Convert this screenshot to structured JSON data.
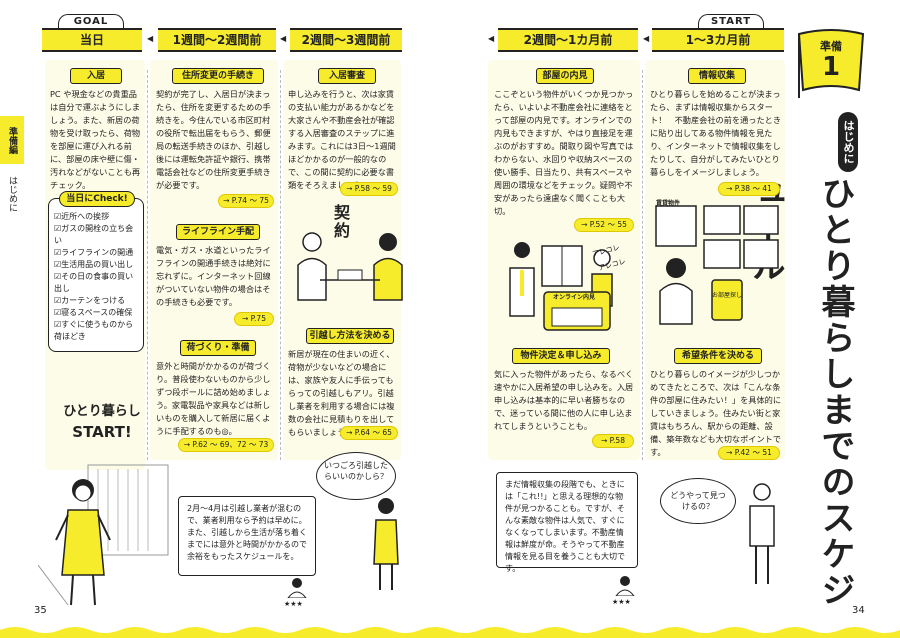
{
  "header": {
    "goal_tag": "GOAL",
    "start_tag": "START",
    "stages": [
      "当日",
      "1週間～2週間前",
      "2週間～3週間前",
      "2週間～1カ月前",
      "1～3カ月前"
    ]
  },
  "flag": {
    "label": "準備",
    "number": "1"
  },
  "side_tab": {
    "top": "準備編",
    "bottom": "はじめに"
  },
  "title": {
    "kicker": "はじめに",
    "main": "ひとり暮らしまでのスケジュール"
  },
  "sections": {
    "nyukyo": {
      "title": "入居",
      "body": "PC や現金などの貴重品は自分で運ぶようにしましょう。また、新居の荷物を受け取ったら、荷物を部屋に運び入れる前に、部屋の床や壁に傷・汚れなどがないことも再チェック。"
    },
    "jusho": {
      "title": "住所変更の手続き",
      "body": "契約が完了し、入居日が決まったら、住所を変更するための手続きを。今住んでいる市区町村の役所で転出届をもらう、郵便局の転送手続きのほか、引越し後には運転免許証や銀行、携帯電話会社などの住所変更手続きが必要です。",
      "ref": "→ P.74 ～ 75"
    },
    "lifeline": {
      "title": "ライフライン手配",
      "body": "電気・ガス・水道といったライフラインの開通手続きは絶対に忘れずに。インターネット回線がついていない物件の場合はその手続きも必要です。",
      "ref": "→ P.75"
    },
    "nizukuri": {
      "title": "荷づくり・準備",
      "body": "意外と時間がかかるのが荷づくり。普段使わないものから少しずつ段ボールに詰め始めましょう。家電製品や家具などは新しいものを購入して新居に届くように手配するのも◎。",
      "ref": "→ P.62 ～ 69、72 ～ 73"
    },
    "shinsa": {
      "title": "入居審査",
      "body": "申し込みを行うと、次は家賃の支払い能力があるかなどを大家さんや不動産会社が確認する入居審査のステップに進みます。これには3日～1週間ほどかかるのが一般的なので、この間に契約に必要な書類をそろえましょう。",
      "ref": "→ P.58 ～ 59"
    },
    "hikkoshi": {
      "title": "引越し方法を決める",
      "body": "新居が現在の住まいの近く、荷物が少ないなどの場合には、家族や友人に手伝ってもらっての引越しもアリ。引越し業者を利用する場合には複数の会社に見積もりを出してもらいましょう。",
      "ref": "→ P.64 ～ 65"
    },
    "naiken": {
      "title": "部屋の内見",
      "body": "ここぞという物件がいくつか見つかったら、いよいよ不動産会社に連絡をとって部屋の内見です。オンラインでの内見もできますが、やはり直接足を運ぶのがおすすめ。間取り図や写真ではわからない、水回りや収納スペースの使い勝手、日当たり、共有スペースや周囲の環境などをチェック。疑問や不安があったら遠慮なく聞くことも大切。",
      "ref": "→ P.52 ～ 55"
    },
    "kettei": {
      "title": "物件決定＆申し込み",
      "body": "気に入った物件があったら、なるべく速やかに入居希望の申し込みを。入居申し込みは基本的に早い者勝ちなので、迷っている間に他の人に申し込まれてしまうということも。",
      "ref": "→ P.58"
    },
    "joho": {
      "title": "情報収集",
      "body": "ひとり暮らしを始めることが決まったら、まずは情報収集からスタート！　不動産会社の前を通ったときに貼り出してある物件情報を見たり、インターネットで情報収集をしたりして、自分がしてみたいひとり暮らしをイメージしましょう。",
      "ref": "→ P.38 ～ 41"
    },
    "kibo": {
      "title": "希望条件を決める",
      "body": "ひとり暮らしのイメージが少しつかめてきたところで、次は「こんな条件の部屋に住みたい！」を具体的にしていきましょう。住みたい街と家賃はもちろん、駅からの距離、設備、築年数なども大切なポイントです。",
      "ref": "→ P.42 ～ 51"
    }
  },
  "checklist": {
    "title": "当日にCheck!",
    "items": [
      "近所への挨拶",
      "ガスの開栓の立ち会い",
      "ライフラインの開通",
      "生活用品の買い出し",
      "その日の食事の買い出し",
      "カーテンをつける",
      "寝るスペースの確保",
      "すぐに使うものから荷ほどき"
    ]
  },
  "start_banner": {
    "line1": "ひとり暮らし",
    "line2": "START!"
  },
  "notes": {
    "left": "2月～4月は引越し業者が混むので、業者利用なら予約は早めに。また、引越しから生活が落ち着くまでには意外と時間がかかるので余裕をもったスケジュールを。",
    "right": "まだ情報収集の段階でも、ときには「これ!!」と思える理想的な物件が見つかることも。ですが、そんな素敵な物件は人気で、すぐになくなってしまいます。不動産情報は鮮度が命。そうやって不動産情報を見る目を養うことも大切です。"
  },
  "bubbles": {
    "b1": "いつごろ引越したらいいのかしら？",
    "b2": "どうやって見つけるの？"
  },
  "illustrations": {
    "keiyaku": "契約",
    "arekore1": "アレコレ",
    "arekore2": "アレコレ",
    "online": "オンライン内見",
    "bukken": "賃貸物件",
    "oheya": "お部屋探し"
  },
  "stars": "★★★",
  "page_numbers": {
    "left": "35",
    "right": "34"
  },
  "colors": {
    "accent": "#f6ec2b",
    "ink": "#222222",
    "panel": "#fdfce9"
  }
}
